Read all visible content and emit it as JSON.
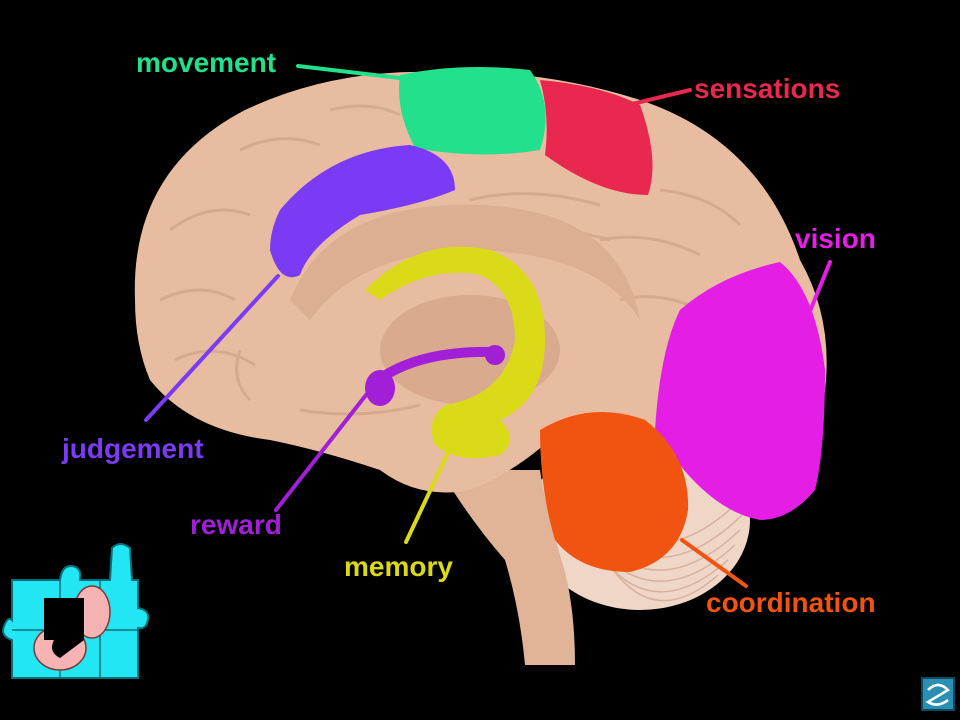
{
  "colors": {
    "background": "#000000",
    "brain": "#e8bca0",
    "brain_shadow": "#c99d82",
    "movement": "#22e08c",
    "sensations": "#e8284e",
    "vision": "#e41ee4",
    "judgement": "#7b3bf4",
    "reward": "#a11fd6",
    "memory": "#dada18",
    "coordination": "#f05410",
    "puzzle": "#22e6f4",
    "puzzle_figure": "#f6b3b3",
    "logo": "#2a8fb2"
  },
  "labels": {
    "movement": "movement",
    "sensations": "sensations",
    "vision": "vision",
    "judgement": "judgement",
    "reward": "reward",
    "memory": "memory",
    "coordination": "coordination"
  },
  "icons": {
    "puzzle": "puzzle-icon",
    "logo": "publisher-logo-icon"
  }
}
